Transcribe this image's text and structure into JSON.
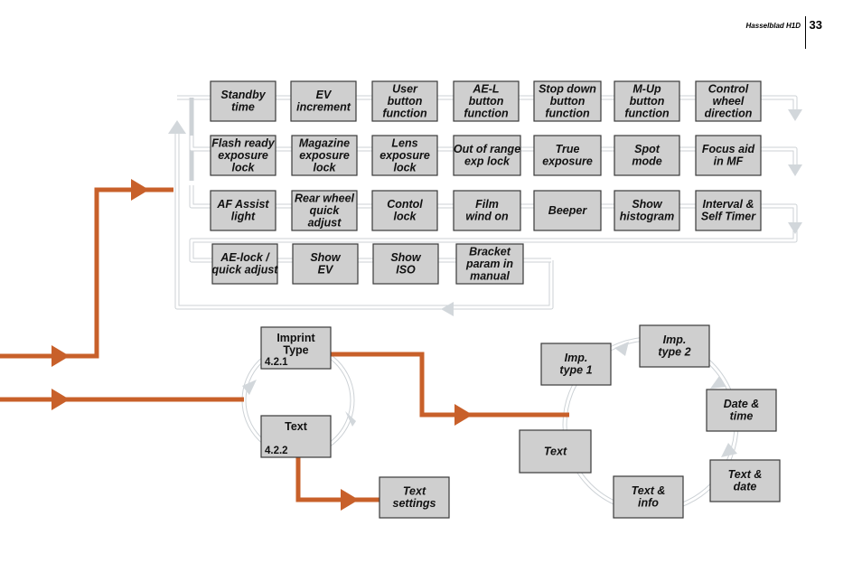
{
  "header": {
    "brand": "Hasselblad H1D",
    "page_number": "33"
  },
  "colors": {
    "flow_arrow": "#c8602a",
    "menu_box_fill": "#cfcfcf",
    "flow_box_fill": "#ffffff",
    "loop_track": "#cdd2d6"
  },
  "menu_rows": [
    [
      {
        "lines": [
          "Standby",
          "time"
        ]
      },
      {
        "lines": [
          "EV",
          "increment"
        ]
      },
      {
        "lines": [
          "User",
          "button",
          "function"
        ]
      },
      {
        "lines": [
          "AE-L",
          "button",
          "function"
        ]
      },
      {
        "lines": [
          "Stop down",
          "button",
          "function"
        ]
      },
      {
        "lines": [
          "M-Up",
          "button",
          "function"
        ]
      },
      {
        "lines": [
          "Control",
          "wheel",
          "direction"
        ]
      }
    ],
    [
      {
        "lines": [
          "Flash ready",
          "exposure",
          "lock"
        ]
      },
      {
        "lines": [
          "Magazine",
          "exposure",
          "lock"
        ]
      },
      {
        "lines": [
          "Lens",
          "exposure",
          "lock"
        ]
      },
      {
        "lines": [
          "Out of range",
          "exp lock"
        ]
      },
      {
        "lines": [
          "True",
          "exposure"
        ]
      },
      {
        "lines": [
          "Spot",
          "mode"
        ]
      },
      {
        "lines": [
          "Focus aid",
          "in MF"
        ]
      }
    ],
    [
      {
        "lines": [
          "AF Assist",
          "light"
        ]
      },
      {
        "lines": [
          "Rear wheel",
          "quick",
          "adjust"
        ]
      },
      {
        "lines": [
          "Contol",
          "lock"
        ]
      },
      {
        "lines": [
          "Film",
          "wind on"
        ]
      },
      {
        "lines": [
          "Beeper"
        ]
      },
      {
        "lines": [
          "Show",
          "histogram"
        ]
      },
      {
        "lines": [
          "Interval &",
          "Self Timer"
        ]
      }
    ],
    [
      {
        "lines": [
          "AE-lock /",
          "quick adjust"
        ]
      },
      {
        "lines": [
          "Show",
          "EV"
        ]
      },
      {
        "lines": [
          "Show",
          "ISO"
        ]
      },
      {
        "lines": [
          "Bracket",
          "param in",
          "manual"
        ]
      }
    ]
  ],
  "imprint": {
    "type_box": {
      "lines": [
        "Imprint",
        "Type"
      ],
      "code": "4.2.1"
    },
    "text_box": {
      "lines": [
        "Text"
      ],
      "code": "4.2.2"
    }
  },
  "text_settings": {
    "lines": [
      "Text",
      "settings"
    ]
  },
  "imprint_types": [
    {
      "lines": [
        "Imp.",
        "type 1"
      ]
    },
    {
      "lines": [
        "Imp.",
        "type 2"
      ]
    },
    {
      "lines": [
        "Date &",
        "time"
      ]
    },
    {
      "lines": [
        "Text &",
        "date"
      ]
    },
    {
      "lines": [
        "Text &",
        "info"
      ]
    },
    {
      "lines": [
        "Text"
      ]
    }
  ]
}
